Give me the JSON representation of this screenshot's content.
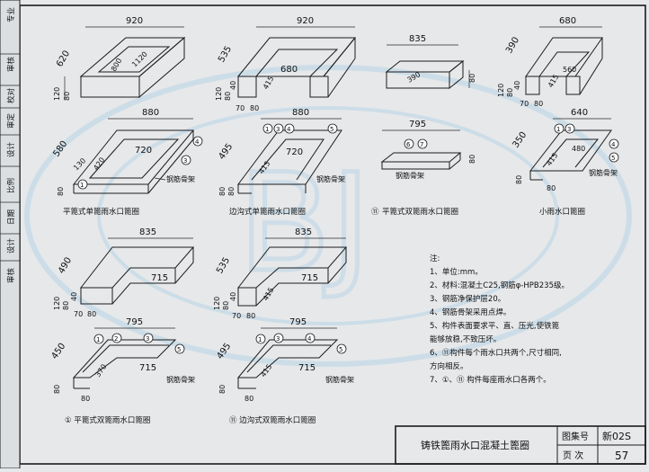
{
  "side_strip": [
    "专业",
    "审核",
    "校对",
    "审定",
    "设计",
    "比例",
    "日期",
    "设计",
    "审核"
  ],
  "watermark": [
    "BJ"
  ],
  "top_row": [
    {
      "dims": [
        "920",
        "620",
        "800",
        "1120",
        "120",
        "80"
      ]
    },
    {
      "dims": [
        "920",
        "535",
        "680",
        "415",
        "120",
        "80",
        "40",
        "70",
        "80"
      ]
    },
    {
      "dims": [
        "835",
        "390",
        "80"
      ]
    },
    {
      "dims": [
        "680",
        "390",
        "560",
        "415",
        "120",
        "80",
        "40",
        "70",
        "80"
      ]
    }
  ],
  "row2": [
    {
      "dims": [
        "880",
        "580",
        "720",
        "420",
        "130",
        "80"
      ],
      "rebar": "钢筋骨架",
      "circles": [
        "1",
        "3",
        "4"
      ],
      "caption": "平篦式单篦雨水口篦圈"
    },
    {
      "dims": [
        "880",
        "495",
        "720",
        "415",
        "80",
        "80"
      ],
      "rebar": "钢筋骨架",
      "circles": [
        "1",
        "3",
        "4",
        "5"
      ],
      "caption": "边沟式单篦雨水口篦圈"
    },
    {
      "dims": [
        "795",
        "80"
      ],
      "rebar": "钢筋骨架",
      "circles": [
        "6",
        "7"
      ],
      "caption": "平篦式双篦雨水口篦圈"
    },
    {
      "dims": [
        "640",
        "350",
        "480",
        "415",
        "80",
        "80"
      ],
      "rebar": "钢筋骨架",
      "circles": [
        "1",
        "3",
        "4",
        "5"
      ],
      "caption": "小雨水口篦圈"
    }
  ],
  "caption_prefix_row2_3": "⑪",
  "row3": [
    {
      "dims": [
        "835",
        "490",
        "715",
        "120",
        "80",
        "40",
        "70",
        "80"
      ]
    },
    {
      "dims": [
        "835",
        "535",
        "715",
        "415",
        "120",
        "80",
        "40",
        "70",
        "80"
      ]
    }
  ],
  "row4": [
    {
      "dims": [
        "795",
        "450",
        "715",
        "370",
        "80",
        "80"
      ],
      "rebar": "钢筋骨架",
      "circles": [
        "1",
        "2",
        "3",
        "5"
      ],
      "caption": "① 平篦式双篦雨水口篦圈"
    },
    {
      "dims": [
        "795",
        "495",
        "715",
        "415",
        "80",
        "80"
      ],
      "rebar": "钢筋骨架",
      "circles": [
        "1",
        "3",
        "4",
        "5"
      ],
      "caption": "⑪ 边沟式双篦雨水口篦圈"
    }
  ],
  "notes": {
    "title": "注:",
    "items": [
      "1、单位:mm。",
      "2、材料:混凝土C25,钢筋φ-HPB235级。",
      "3、钢筋净保护层20。",
      "4、钢筋骨架采用点焊。",
      "5、构件表面要求平、直、压光,使铁篦",
      "   能够放稳,不致压坏。",
      "6、⑪构件每个雨水口共两个,尺寸相同,",
      "   方向相反。",
      "7、①、⑪ 构件每座雨水口各两个。"
    ]
  },
  "title_block": {
    "title": "铸铁篦雨水口混凝土篦圈",
    "atlas_label": "图集号",
    "atlas_value": "新02S",
    "page_label": "页 次",
    "page_value": "57"
  }
}
